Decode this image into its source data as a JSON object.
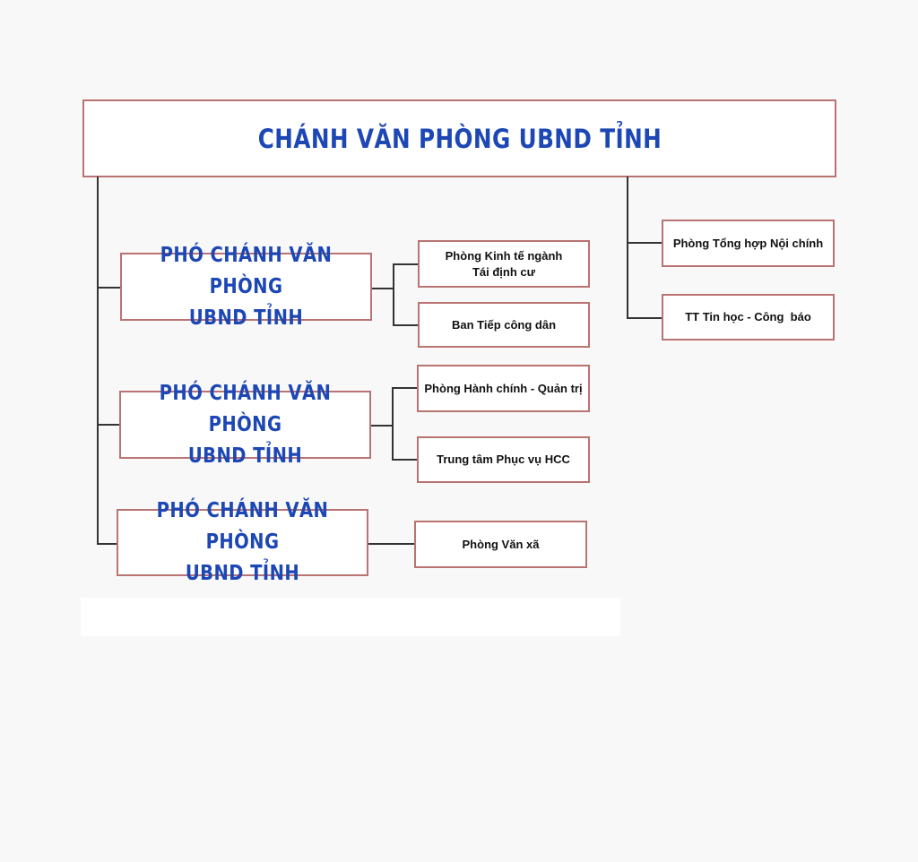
{
  "head": "CHÁNH VĂN PHÒNG UBND TỈNH",
  "deputies": [
    {
      "line1": "PHÓ CHÁNH VĂN PHÒNG",
      "line2": "UBND TỈNH",
      "units": [
        "Phòng Kinh tế ngành",
        "Tái định cư",
        "Ban Tiếp công dân"
      ]
    },
    {
      "line1": "PHÓ CHÁNH VĂN PHÒNG",
      "line2": "UBND TỈNH",
      "units": [
        "Phòng Hành chính - Quản trị",
        "Trung tâm Phục vụ HCC"
      ]
    },
    {
      "line1": "PHÓ CHÁNH VĂN PHÒNG",
      "line2": "UBND TỈNH",
      "units": [
        "Phòng Văn xã"
      ]
    }
  ],
  "direct_units": [
    "Phòng Tổng hợp Nội chính",
    "TT Tin học - Công  báo"
  ]
}
